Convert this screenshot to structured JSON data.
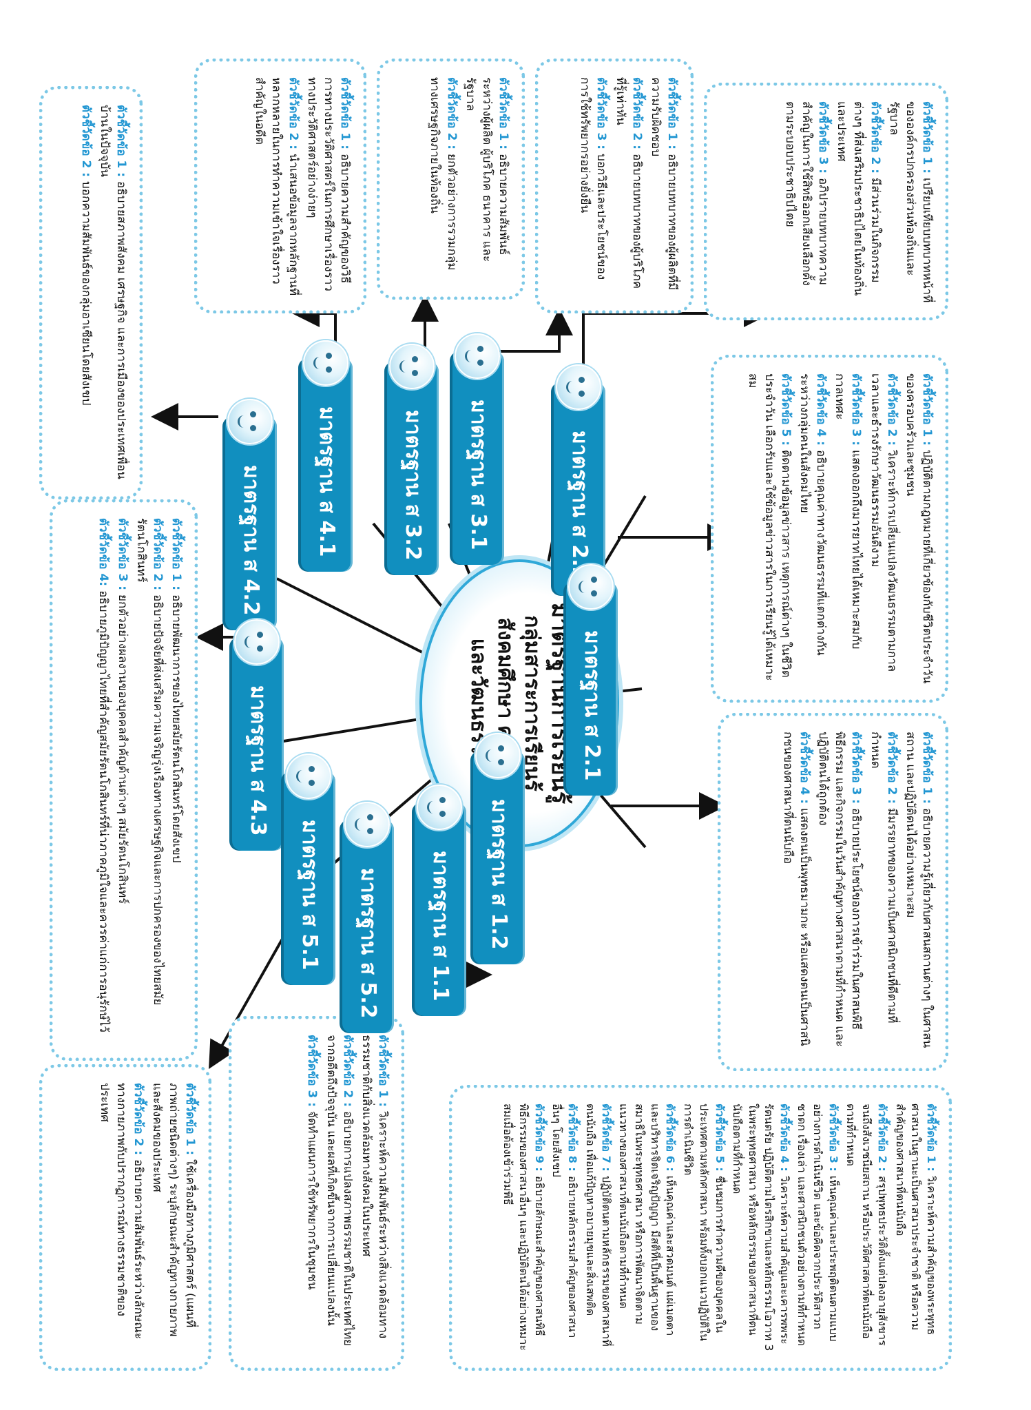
{
  "center": {
    "title": "มาตรฐานการเรียนรู้",
    "subtitle_1": "กลุ่มสาระการเรียนรู้",
    "subtitle_2": "สังคมศึกษา ศาสนา",
    "subtitle_3": "และวัฒนธรรม"
  },
  "standards": {
    "s11": "มาตรฐาน ส 1.1",
    "s12": "มาตรฐาน ส 1.2",
    "s21": "มาตรฐาน ส 2.1",
    "s22": "มาตรฐาน ส 2.2",
    "s31": "มาตรฐาน ส 3.1",
    "s32": "มาตรฐาน ส 3.2",
    "s41": "มาตรฐาน ส 4.1",
    "s42": "มาตรฐาน ส 4.2",
    "s43": "มาตรฐาน ส 4.3",
    "s51": "มาตรฐาน ส 5.1",
    "s52": "มาตรฐาน ส 5.2"
  },
  "boxes": {
    "s11": [
      {
        "label": "ตัวชี้วัดข้อ 1 :",
        "text": "วิเคราะห์ความสำคัญของพระพุทธศาสนาในฐานะเป็นศาสนาประจำชาติ หรือความสำคัญของศาสนาที่ตนนับถือ"
      },
      {
        "label": "ตัวชี้วัดข้อ 2 :",
        "text": "สรุปพุทธประวัติตั้งแต่ปลงอายุสังขารจนถึงสังเวชนียสถาน หรือประวัติศาสดาที่ตนนับถือตามที่กำหนด"
      },
      {
        "label": "ตัวชี้วัดข้อ 3 :",
        "text": "เห็นคุณค่าและประพฤติตนตามแบบอย่างการดำเนินชีวิต และข้อคิดจากประวัติสาวก ชาดก เรื่องเล่า และศาสนิกชนตัวอย่างตามที่กำหนด"
      },
      {
        "label": "ตัวชี้วัดข้อ 4 :",
        "text": "วิเคราะห์ความสำคัญและเคารพพระรัตนตรัย ปฏิบัติตามไตรสิกขาและหลักธรรมโอวาท 3 ในพระพุทธศาสนา หรือหลักธรรมของศาสนาที่ตนนับถือตามที่กำหนด"
      },
      {
        "label": "ตัวชี้วัดข้อ 5 :",
        "text": "ชื่นชมการทำความดีของบุคคลในประเทศตามหลักศาสนา พร้อมทั้งบอกแนวปฏิบัติในการดำเนินชีวิต"
      },
      {
        "label": "ตัวชี้วัดข้อ 6 :",
        "text": "เห็นคุณค่าและสวดมนต์ แผ่เมตตาและบริหารจิตเจริญปัญญา มีสติที่เป็นพื้นฐานของสมาธิในพระพุทธศาสนา หรือการพัฒนาจิตตามแนวทางของศาสนาที่ตนนับถือตามที่กำหนด"
      },
      {
        "label": "ตัวชี้วัดข้อ 7 :",
        "text": "ปฏิบัติตนตามหลักธรรมของศาสนาที่ตนนับถือ เพื่อแก้ปัญหาอบายมุขและสิ่งเสพติด"
      },
      {
        "label": "ตัวชี้วัดข้อ 8 :",
        "text": "อธิบายหลักธรรมสำคัญของศาสนาอื่นๆ โดยสังเขป"
      },
      {
        "label": "ตัวชี้วัดข้อ 9 :",
        "text": "อธิบายลักษณะสำคัญของศาสนพิธี พิธีกรรมของศาสนาอื่นๆ และปฏิบัติตนได้อย่างเหมาะสมเมื่อต้องเข้าร่วมพิธี"
      }
    ],
    "s12": [
      {
        "label": "ตัวชี้วัดข้อ 1 :",
        "text": "อธิบายความรู้เกี่ยวกับศาสนสถานต่างๆ ในศาสนสถาน และปฏิบัติตนได้อย่างเหมาะสม"
      },
      {
        "label": "ตัวชี้วัดข้อ 2 :",
        "text": "มีมรรยาทของความเป็นศาสนิกชนที่ดีตามที่กำหนด"
      },
      {
        "label": "ตัวชี้วัดข้อ 3 :",
        "text": "อธิบายประโยชน์ของการเข้าร่วมในศาสนพิธี พิธีกรรม และกิจกรรมในวันสำคัญทางศาสนาตามที่กำหนด และปฏิบัติตนได้ถูกต้อง"
      },
      {
        "label": "ตัวชี้วัดข้อ 4 :",
        "text": "แสดงตนเป็นพุทธมามกะ หรือแสดงตนเป็นศาสนิกชนของศาสนาที่ตนนับถือ"
      }
    ],
    "s21": [
      {
        "label": "ตัวชี้วัดข้อ 1 :",
        "text": "ปฏิบัติตามกฎหมายที่เกี่ยวข้องกับชีวิตประจำวันของครอบครัวและชุมชน"
      },
      {
        "label": "ตัวชี้วัดข้อ 2 :",
        "text": "วิเคราะห์การเปลี่ยนแปลงวัฒนธรรมตามกาลเวลาและธำรงรักษาวัฒนธรรมอันดีงาม"
      },
      {
        "label": "ตัวชี้วัดข้อ 3 :",
        "text": "แสดงออกถึงมารยาทไทยได้เหมาะสมกับกาลเทศะ"
      },
      {
        "label": "ตัวชี้วัดข้อ 4 :",
        "text": "อธิบายคุณค่าทางวัฒนธรรมที่แตกต่างกันระหว่างกลุ่มคนในสังคมไทย"
      },
      {
        "label": "ตัวชี้วัดข้อ 5 :",
        "text": "ติดตามข้อมูลข่าวสาร เหตุการณ์ต่างๆ ในชีวิตประจำวัน เลือกรับและใช้ข้อมูลข่าวสารในการเรียนรู้ได้เหมาะสม"
      }
    ],
    "s22": [
      {
        "label": "ตัวชี้วัดข้อ 1 :",
        "text": "เปรียบเทียบบทบาทหน้าที่ขององค์กรปกครองส่วนท้องถิ่นและรัฐบาล"
      },
      {
        "label": "ตัวชี้วัดข้อ 2 :",
        "text": "มีส่วนร่วมในกิจกรรมต่างๆ ที่ส่งเสริมประชาธิปไตยในท้องถิ่นและประเทศ"
      },
      {
        "label": "ตัวชี้วัดข้อ 3 :",
        "text": "อภิปรายบทบาทความสำคัญในการใช้สิทธิออกเสียงเลือกตั้งตามระบอบประชาธิปไตย"
      }
    ],
    "s31": [
      {
        "label": "ตัวชี้วัดข้อ 1 :",
        "text": "อธิบายบทบาทของผู้ผลิตที่มีความรับผิดชอบ"
      },
      {
        "label": "ตัวชี้วัดข้อ 2 :",
        "text": "อธิบายบทบาทของผู้บริโภคที่รู้เท่าทัน"
      },
      {
        "label": "ตัวชี้วัดข้อ 3 :",
        "text": "บอกวิธีและประโยชน์ของการใช้ทรัพยากรอย่างยั่งยืน"
      }
    ],
    "s32": [
      {
        "label": "ตัวชี้วัดข้อ 1 :",
        "text": "อธิบายความสัมพันธ์ระหว่างผู้ผลิต ผู้บริโภค ธนาคาร และรัฐบาล"
      },
      {
        "label": "ตัวชี้วัดข้อ 2 :",
        "text": "ยกตัวอย่างการรวมกลุ่มทางเศรษฐกิจภายในท้องถิ่น"
      }
    ],
    "s41": [
      {
        "label": "ตัวชี้วัดข้อ 1 :",
        "text": "อธิบายความสำคัญของวิธีการทางประวัติศาสตร์ในการศึกษาเรื่องราวทางประวัติศาสตร์อย่างง่ายๆ"
      },
      {
        "label": "ตัวชี้วัดข้อ 2 :",
        "text": "นำเสนอข้อมูลจากหลักฐานที่หลากหลายในการทำความเข้าใจเรื่องราวสำคัญในอดีต"
      }
    ],
    "s42": [
      {
        "label": "ตัวชี้วัดข้อ 1 :",
        "text": "อธิบายสภาพสังคม เศรษฐกิจ และการเมืองของประเทศเพื่อนบ้านในปัจจุบัน"
      },
      {
        "label": "ตัวชี้วัดข้อ 2 :",
        "text": "บอกความสัมพันธ์ของกลุ่มอาเซียนโดยสังเขป"
      }
    ],
    "s43": [
      {
        "label": "ตัวชี้วัดข้อ 1 :",
        "text": "อธิบายพัฒนาการของไทยสมัยรัตนโกสินทร์โดยสังเขป"
      },
      {
        "label": "ตัวชี้วัดข้อ 2 :",
        "text": "อธิบายปัจจัยที่ส่งเสริมความเจริญรุ่งเรืองทางเศรษฐกิจและการปกครองของไทยสมัยรัตนโกสินทร์"
      },
      {
        "label": "ตัวชี้วัดข้อ 3 :",
        "text": "ยกตัวอย่างผลงานของบุคคลสำคัญด้านต่างๆ สมัยรัตนโกสินทร์"
      },
      {
        "label": "ตัวชี้วัดข้อ 4:",
        "text": "อธิบายภูมิปัญญาไทยที่สำคัญสมัยรัตนโกสินทร์ที่น่าภาคภูมิใจและควรค่าแก่การอนุรักษ์ไว้"
      }
    ],
    "s51": [
      {
        "label": "ตัวชี้วัดข้อ 1 :",
        "text": "ใช้เครื่องมือทางภูมิศาสตร์ (แผนที่ ภาพถ่ายชนิดต่างๆ) ระบุลักษณะสำคัญทางกายภาพและสังคมของประเทศ"
      },
      {
        "label": "ตัวชี้วัดข้อ 2 :",
        "text": "อธิบายความสัมพันธ์ระหว่างลักษณะทางกายภาพกับปรากฏการณ์ทางธรรมชาติของประเทศ"
      }
    ],
    "s52": [
      {
        "label": "ตัวชี้วัดข้อ 1 :",
        "text": "วิเคราะห์ความสัมพันธ์ระหว่างสิ่งแวดล้อมทางธรรมชาติกับสิ่งแวดล้อมทางสังคมในประเทศ"
      },
      {
        "label": "ตัวชี้วัดข้อ 2 :",
        "text": "อธิบายการแปลงสภาพธรรมชาติในประเทศไทยจากอดีตถึงปัจจุบัน และผลที่เกิดขึ้นจากการเปลี่ยนแปลงนั้น"
      },
      {
        "label": "ตัวชี้วัดข้อ 3 :",
        "text": "จัดทำแผนการใช้ทรัพยากรในชุมชน"
      }
    ]
  },
  "colors": {
    "standard_fill": "#118fbf",
    "label_blue": "#2196d2",
    "dotted_border": "#7cc8e6",
    "arrow": "#111111"
  }
}
